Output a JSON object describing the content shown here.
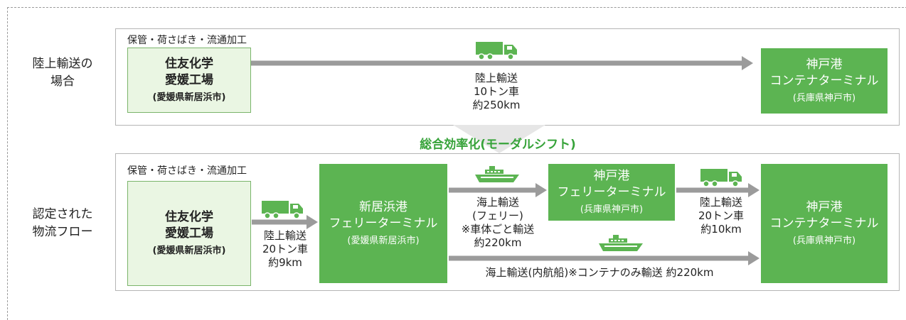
{
  "colors": {
    "accent_green": "#5cb452",
    "light_green": "#eaf6e3",
    "arrow_gray": "#9b9b9b",
    "shift_green": "#37a33a"
  },
  "top": {
    "row_label": [
      "陸上輸送の",
      "場合"
    ],
    "note": "保管・荷さばき・流通加工",
    "origin": {
      "line1": "住友化学",
      "line2": "愛媛工場",
      "line3": "(愛媛県新居浜市)"
    },
    "destination": {
      "line1": "神戸港",
      "line2": "コンテナターミナル",
      "line3": "(兵庫県神戸市)"
    },
    "route_label": [
      "陸上輸送",
      "10トン車",
      "約250km"
    ],
    "truck_icon": "truck-icon"
  },
  "shift_label": "総合効率化(モーダルシフト)",
  "bottom": {
    "row_label": [
      "認定された",
      "物流フロー"
    ],
    "note": "保管・荷さばき・流通加工",
    "origin": {
      "line1": "住友化学",
      "line2": "愛媛工場",
      "line3": "(愛媛県新居浜市)"
    },
    "niihama": {
      "line1": "新居浜港",
      "line2": "フェリーターミナル",
      "line3": "(愛媛県新居浜市)"
    },
    "kobe_ferry": {
      "line1": "神戸港",
      "line2": "フェリーターミナル",
      "line3": "(兵庫県神戸市)"
    },
    "destination": {
      "line1": "神戸港",
      "line2": "コンテナターミナル",
      "line3": "(兵庫県神戸市)"
    },
    "leg1_label": [
      "陸上輸送",
      "20トン車",
      "約9km"
    ],
    "leg2_label": [
      "海上輸送",
      "(フェリー)",
      "※車体ごと輸送",
      "約220km"
    ],
    "leg3_label": [
      "陸上輸送",
      "20トン車",
      "約10km"
    ],
    "leg4_label": "海上輸送(内航船)※コンテナのみ輸送 約220km",
    "truck_icon": "truck-icon",
    "ship_icon": "ship-icon"
  }
}
